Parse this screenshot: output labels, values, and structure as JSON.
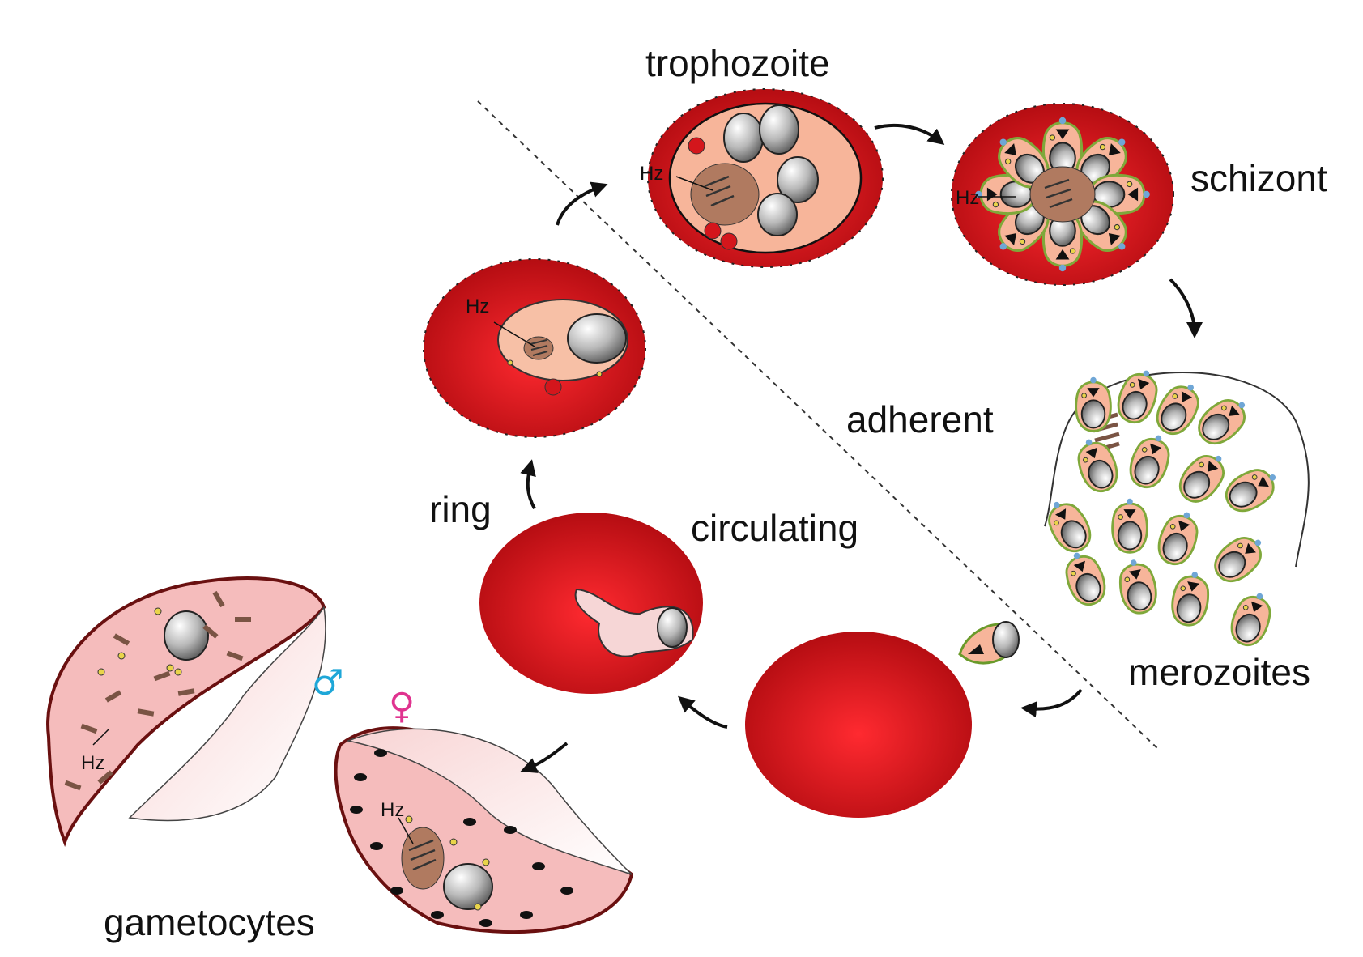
{
  "labels": {
    "trophozoite": "trophozoite",
    "schizont": "schizont",
    "adherent": "adherent",
    "merozoites": "merozoites",
    "ring": "ring",
    "circulating": "circulating",
    "gametocytes": "gametocytes"
  },
  "hemozoin_label": "Hz",
  "symbols": {
    "male": "♂",
    "female": "♀"
  },
  "colors": {
    "rbc": "#d4161c",
    "rbc_dark": "#a80c10",
    "parasite": "#f4b79a",
    "gametocyte": "#f6c9c9",
    "male_symbol": "#1ea7d8",
    "female_symbol": "#e0338f",
    "hemozoin": "#7a5444",
    "granule": "#e9d44a"
  }
}
